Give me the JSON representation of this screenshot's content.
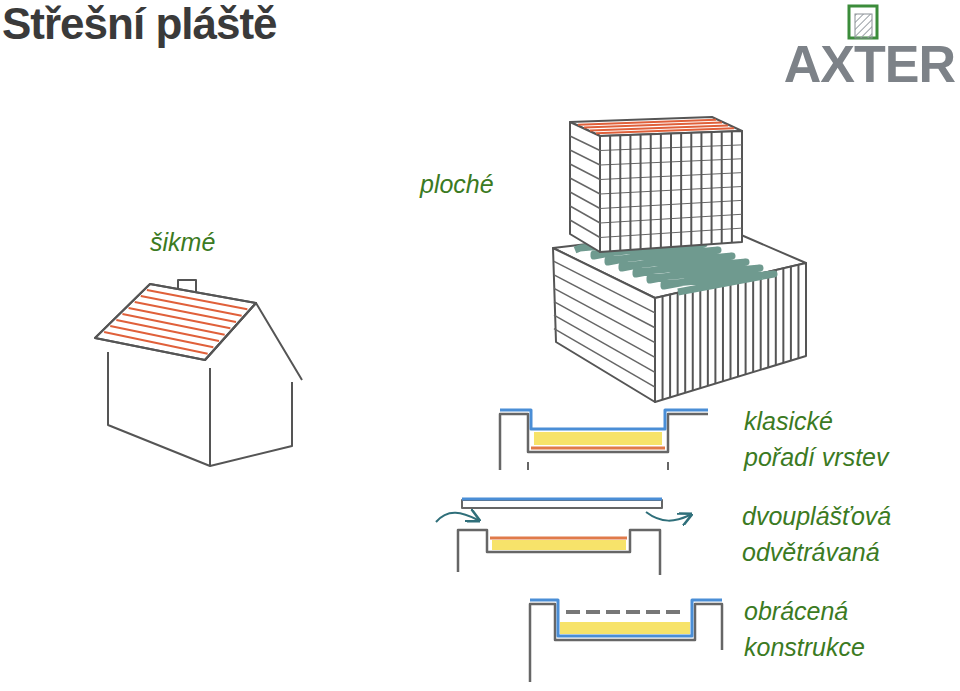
{
  "diagram": {
    "title": "Střešní pláště",
    "labels": [
      "AXTER",
      "ploché",
      "šikmé",
      "klasické pořadí vrstev",
      "dvouplášťová odvětrávaná",
      "obrácená konstrukce"
    ]
  }
}
